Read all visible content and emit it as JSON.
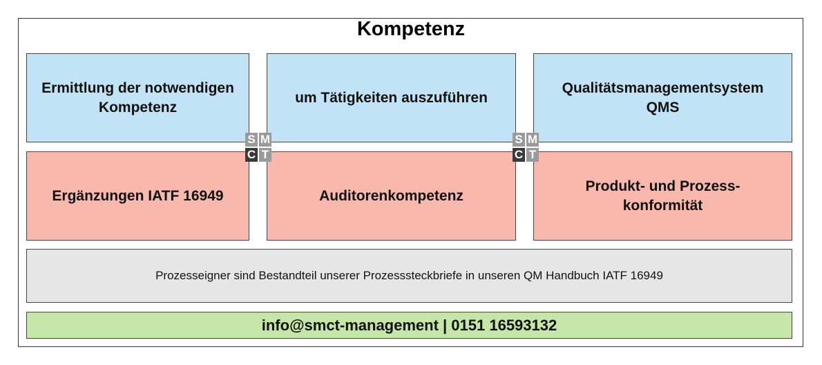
{
  "title": "Kompetenz",
  "top_row": [
    "Ermittlung der notwendigen Kompetenz",
    "um Tätigkeiten auszuführen",
    "Qualitätsmanagementsystem QMS"
  ],
  "bottom_row": [
    "Ergänzungen IATF 16949",
    "Auditorenkompetenz",
    "Produkt- und Prozess-konformität"
  ],
  "note": "Prozesseigner sind Bestandteil unserer Prozesssteckbriefe in unseren QM Handbuch IATF 16949",
  "contact": "info@smct-management | 0151 16593132",
  "logo": {
    "letters": [
      "S",
      "M",
      "C",
      "T"
    ]
  },
  "colors": {
    "blue": "#c2e3f6",
    "red": "#f8b8ae",
    "gray": "#e6e6e6",
    "green": "#c5e5a9"
  }
}
